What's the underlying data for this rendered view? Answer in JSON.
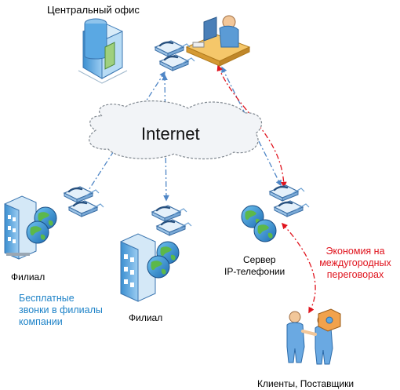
{
  "labels": {
    "central_office": "Центральный офис",
    "internet": "Internet",
    "branch_left": "Филиал",
    "branch_middle": "Филиал",
    "server_line1": "Сервер",
    "server_line2": "IP-телефонии",
    "clients": "Клиенты, Поставщики"
  },
  "notes": {
    "free_calls": [
      "Бесплатные",
      "звонки в филиалы",
      "компании"
    ],
    "savings": [
      "Экономия на",
      "междугородных",
      "переговорах"
    ]
  },
  "colors": {
    "blue_link": "#4f86c6",
    "red_link": "#e0141e",
    "note_blue": "#1e83c8",
    "cloud_fill": "#f2f4f7",
    "cloud_stroke": "#808890"
  },
  "icons": [
    "office-building-icon",
    "operator-desk-icon",
    "ip-phone-icon",
    "branch-server-icon",
    "globe-icon",
    "people-handshake-icon",
    "arrow-icon"
  ]
}
